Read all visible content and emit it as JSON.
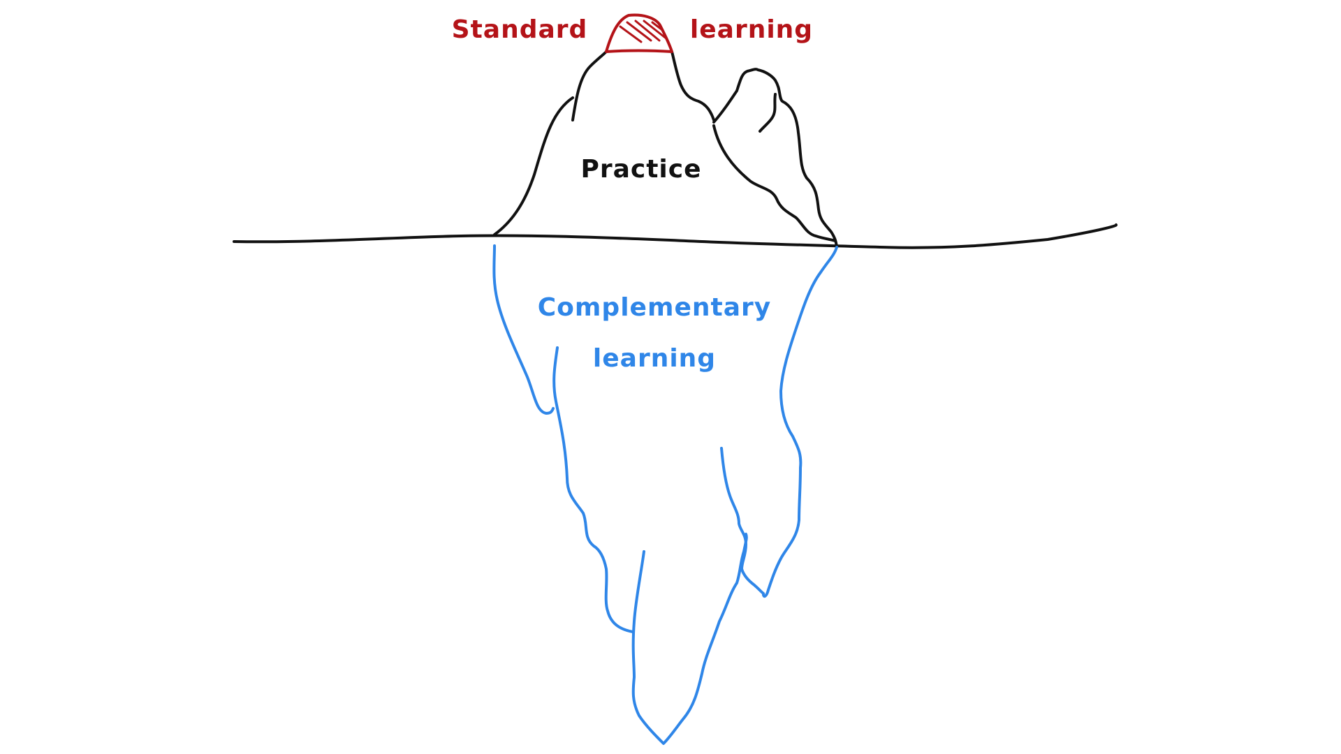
{
  "labels": {
    "tip_left": "Standard",
    "tip_right": "learning",
    "above_water": "Practice",
    "below_line1": "Complementary",
    "below_line2": "learning"
  },
  "colors": {
    "tip": "#b41318",
    "outline": "#111111",
    "underwater": "#2f86e8",
    "background": "#ffffff"
  }
}
